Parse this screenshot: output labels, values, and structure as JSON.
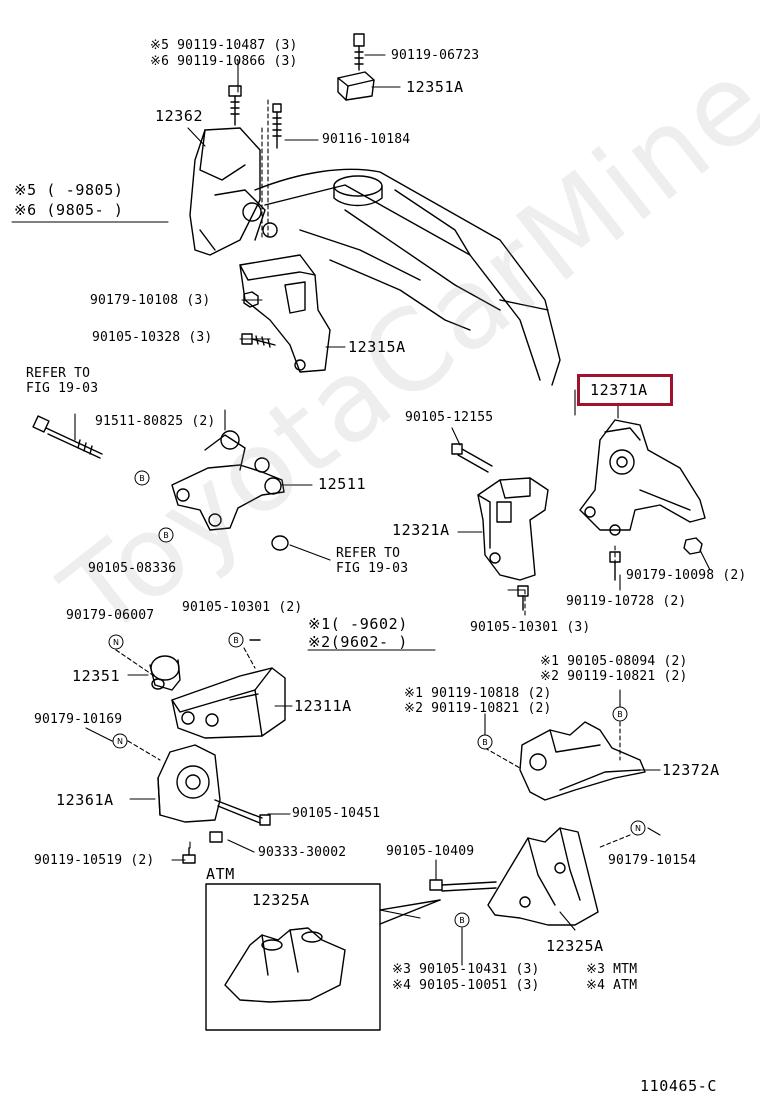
{
  "watermark": "ToyotaCarMine.ru",
  "diagram_code": "110465-C",
  "highlight_part": "12371A",
  "labels": {
    "l_s5_bolt": "※5 90119-10487 (3)",
    "l_s6_bolt": "※6 90119-10866 (3)",
    "l_90119_06723": "90119-06723",
    "l_12351a": "12351A",
    "l_12362": "12362",
    "l_90116_10184": "90116-10184",
    "l_s5_range": "※5 (     -9805)",
    "l_s6_range": "※6 (9805-     )",
    "l_90179_10108": "90179-10108 (3)",
    "l_90105_10328": "90105-10328 (3)",
    "l_12315a": "12315A",
    "l_refer1a": "REFER TO",
    "l_refer1b": "FIG 19-03",
    "l_91511_80825": "91511-80825 (2)",
    "l_12511": "12511",
    "l_90105_08336": "90105-08336",
    "l_refer2a": "REFER TO",
    "l_refer2b": "FIG 19-03",
    "l_90105_12155": "90105-12155",
    "l_12321a": "12321A",
    "l_90105_10301b": "90105-10301 (3)",
    "l_12371a": "12371A",
    "l_90179_10098": "90179-10098 (2)",
    "l_90119_10728": "90119-10728 (2)",
    "l_90179_06007": "90179-06007",
    "l_90105_10301a": "90105-10301 (2)",
    "l_s1_range": "※1(     -9602)",
    "l_s2_range": "※2(9602-     )",
    "l_12351": "12351",
    "l_12311a": "12311A",
    "l_90179_10169": "90179-10169",
    "l_12361a": "12361A",
    "l_90105_10451": "90105-10451",
    "l_90333_30002": "90333-30002",
    "l_90119_10519": "90119-10519 (2)",
    "l_s1_08094": "※1 90105-08094 (2)",
    "l_s2_10821a": "※2 90119-10821 (2)",
    "l_s1_10818": "※1 90119-10818 (2)",
    "l_s2_10821b": "※2 90119-10821 (2)",
    "l_12372a": "12372A",
    "l_90105_10409": "90105-10409",
    "l_90179_10154": "90179-10154",
    "l_atm_title": "ATM",
    "l_12325a_box": "12325A",
    "l_12325a": "12325A",
    "l_s3_10431": "※3 90105-10431 (3)",
    "l_s4_10051": "※4 90105-10051 (3)",
    "l_s3_mtm": "※3 MTM",
    "l_s4_atm": "※4 ATM"
  },
  "callouts": {
    "b1": "B",
    "b2": "B",
    "b3": "B",
    "b4": "B",
    "b5": "B",
    "b6": "B",
    "n1": "N",
    "n2": "N",
    "n3": "N"
  }
}
